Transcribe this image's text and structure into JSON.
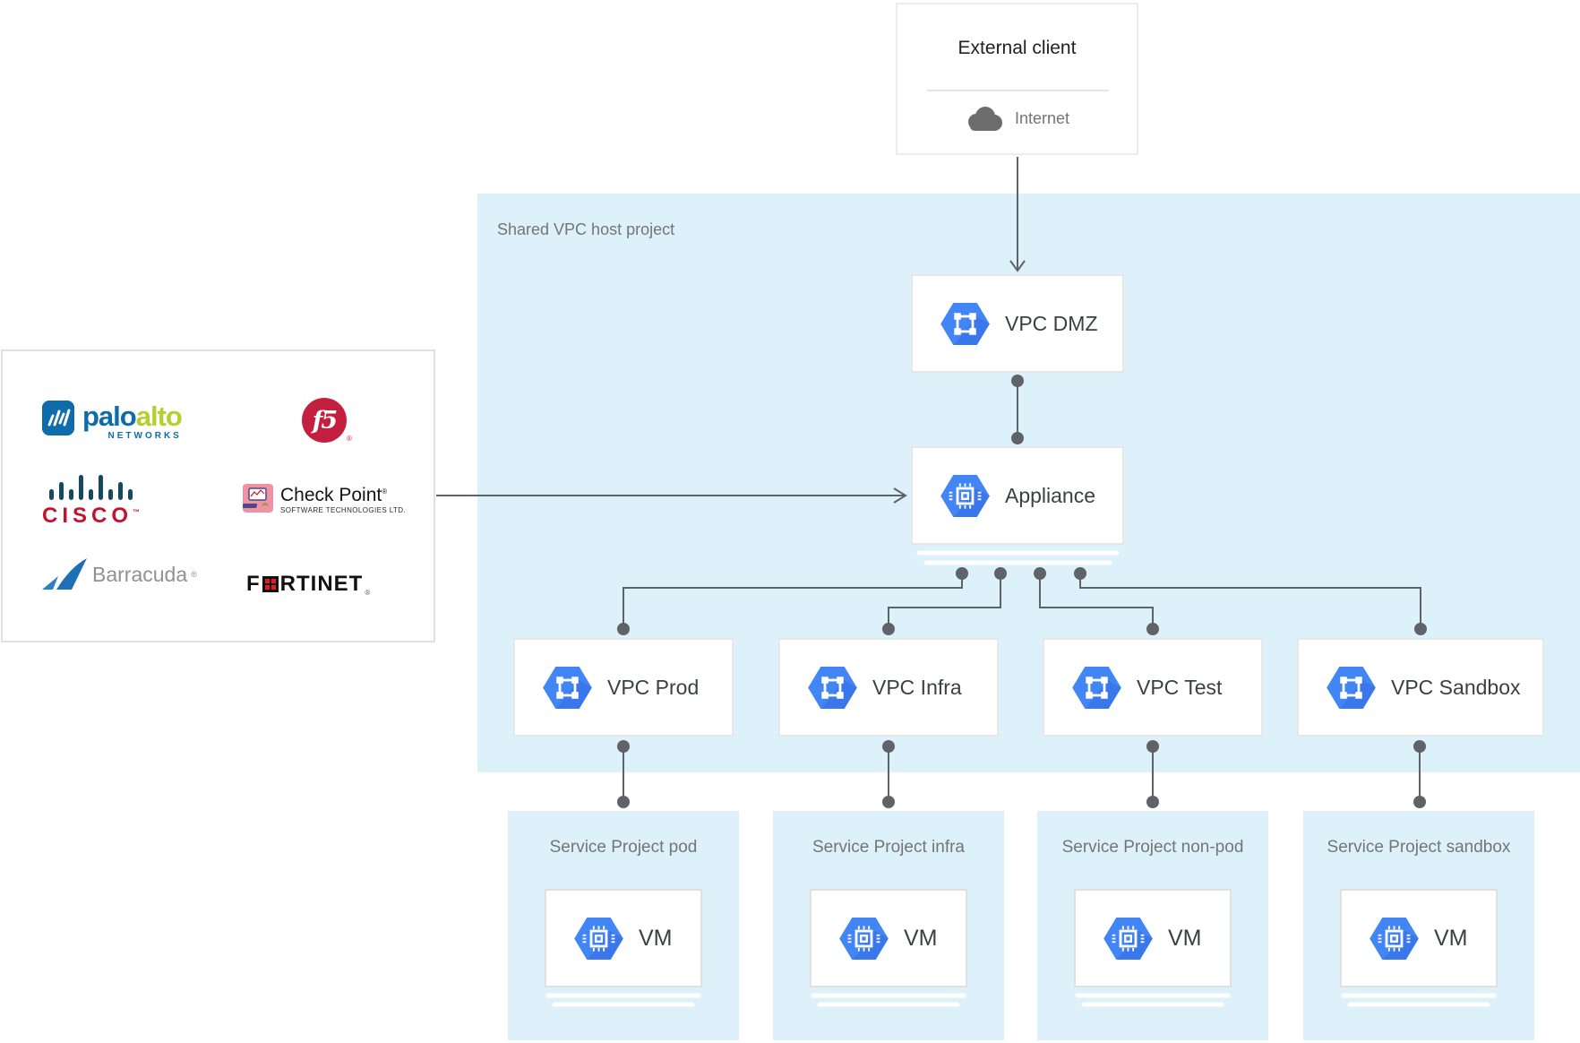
{
  "colors": {
    "region_bg": "#ddf1fb",
    "card_border": "#e7e7e7",
    "connector": "#5f6368",
    "hexagon_blue": "#4285f4",
    "text_primary": "#3c4043",
    "text_secondary": "#757575",
    "paloalto_blue": "#0d6ca9",
    "paloalto_green": "#b4cf2f",
    "f5_red": "#c41f3e",
    "cisco_red": "#c4122e",
    "cisco_bars": "#15495f",
    "checkpoint_pink": "#ef93a2",
    "barracuda_blue": "#1e6fb5",
    "fortinet_red": "#e31b23"
  },
  "external_client": {
    "title": "External client",
    "network": "Internet"
  },
  "host_project": {
    "label": "Shared VPC host project"
  },
  "dmz": {
    "label": "VPC DMZ"
  },
  "appliance": {
    "label": "Appliance"
  },
  "vpc_networks": [
    {
      "label": "VPC Prod"
    },
    {
      "label": "VPC Infra"
    },
    {
      "label": "VPC Test"
    },
    {
      "label": "VPC Sandbox"
    }
  ],
  "service_projects": [
    {
      "label": "Service Project pod",
      "vm": "VM"
    },
    {
      "label": "Service Project infra",
      "vm": "VM"
    },
    {
      "label": "Service Project non-pod",
      "vm": "VM"
    },
    {
      "label": "Service Project sandbox",
      "vm": "VM"
    }
  ],
  "vendors": {
    "paloalto": {
      "name_part1": "palo",
      "name_part2": "alto",
      "subtitle": "NETWORKS"
    },
    "f5": {
      "label": "f5",
      "registered": "®"
    },
    "cisco": {
      "label": "CISCO",
      "trademark": "™"
    },
    "checkpoint": {
      "title": "Check Point",
      "registered": "®",
      "subtitle": "SOFTWARE TECHNOLOGIES LTD."
    },
    "barracuda": {
      "label": "Barracuda",
      "registered": "®"
    },
    "fortinet": {
      "part1": "F",
      "part2": "RTINET",
      "registered": "®"
    }
  }
}
